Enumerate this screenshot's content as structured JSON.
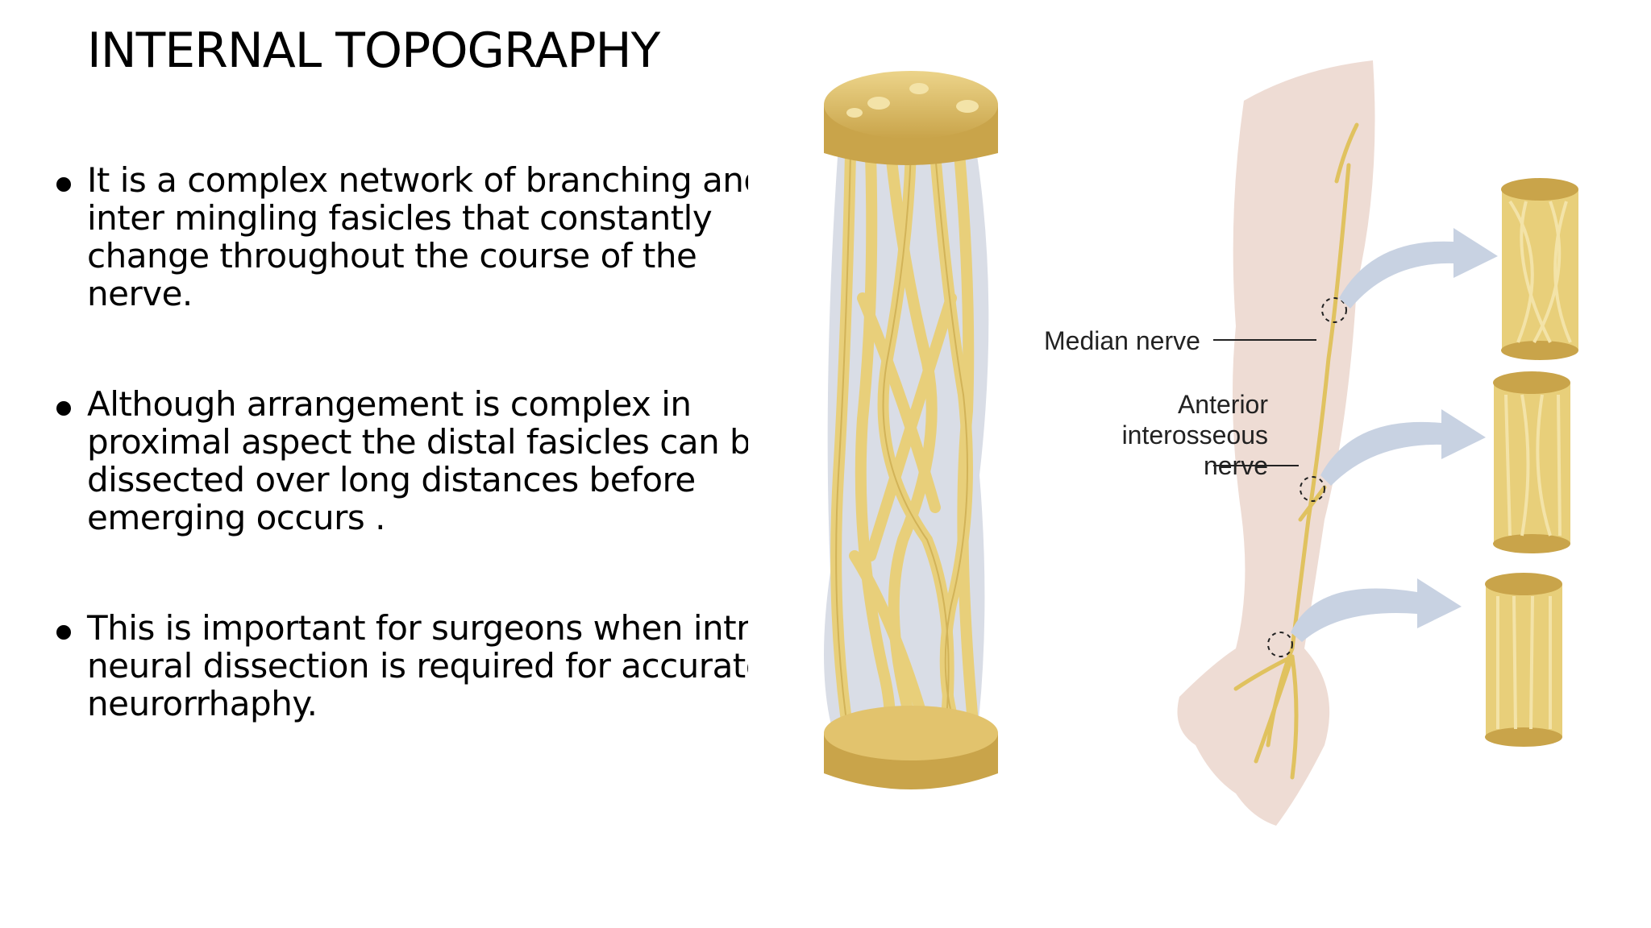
{
  "slide": {
    "title": "INTERNAL TOPOGRAPHY",
    "bullets": [
      "It is a complex network of branching and inter mingling fasicles that constantly change throughout the course of the nerve.",
      "Although arrangement is complex in proximal aspect the distal fasicles can be dissected over long distances before emerging occurs .",
      "This is important for surgeons when intra neural dissection is required for accurate neurorrhaphy."
    ]
  },
  "figure": {
    "labels": {
      "median": "Median nerve",
      "anterior_1": "Anterior",
      "anterior_2": "interosseous",
      "anterior_3": "nerve"
    }
  },
  "colors": {
    "nerve": "#e8cf7a",
    "nerve_dark": "#c9a84a",
    "arm": "#eedcd4",
    "arrow": "#c8d2e2"
  }
}
